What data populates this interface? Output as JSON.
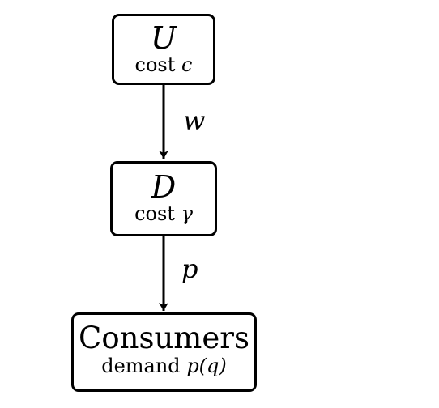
{
  "nodes": {
    "upstream": {
      "main": "U",
      "sub_text": "cost",
      "sub_var": "c"
    },
    "downstream": {
      "main": "D",
      "sub_text": "cost",
      "sub_var": "γ"
    },
    "consumers": {
      "main": "Consumers",
      "sub_text": "demand",
      "sub_var": "p(q)"
    }
  },
  "edges": {
    "u_to_d": {
      "label": "w"
    },
    "d_to_consumers": {
      "label": "p"
    }
  }
}
